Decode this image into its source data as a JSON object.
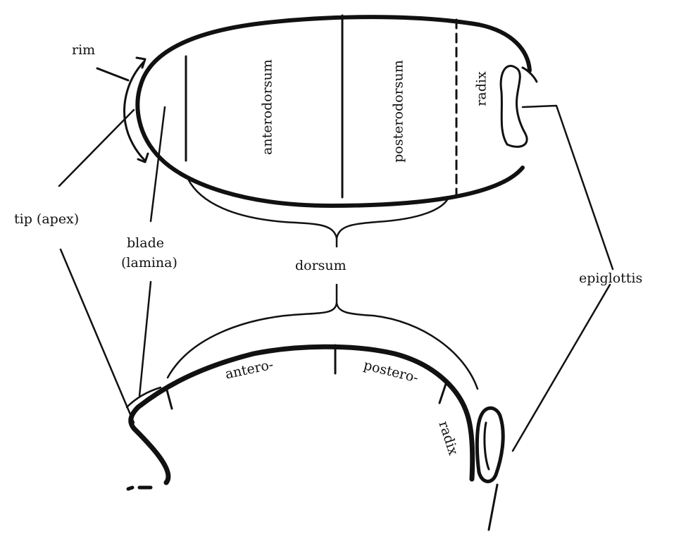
{
  "labels": {
    "rim": "rim",
    "tip": "tip (apex)",
    "blade_line1": "blade",
    "blade_line2": "(lamina)",
    "dorsum": "dorsum",
    "epiglottis": "epiglottis",
    "anterodorsum": "anterodorsum",
    "posterodorsum": "posterodorsum",
    "radix_top": "radix",
    "antero": "antero-",
    "postero": "postero-",
    "radix_bottom": "radix"
  },
  "colors": {
    "ink": "#111111",
    "background": "#ffffff"
  }
}
